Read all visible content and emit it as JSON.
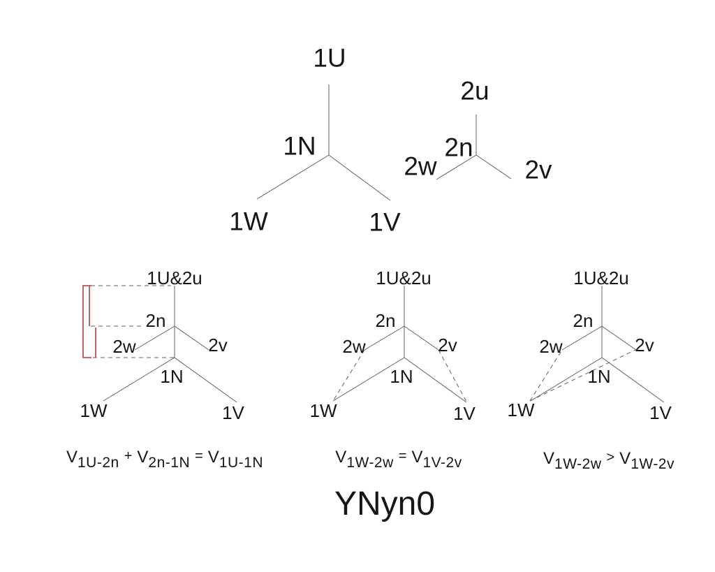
{
  "title": "YNyn0",
  "colors": {
    "line": "#5f5f5f",
    "text": "#161616",
    "red_bracket": "#b43c3c",
    "background": "#ffffff"
  },
  "top_row": {
    "primary_star": {
      "top": "1U",
      "neutral": "1N",
      "left": "1W",
      "right": "1V"
    },
    "secondary_star": {
      "top": "2u",
      "neutral": "2n",
      "left": "2w",
      "right": "2v"
    }
  },
  "combined_diagrams": [
    {
      "apex": "1U&2u",
      "secondary_neutral": "2n",
      "secondary_left": "2w",
      "secondary_right": "2v",
      "primary_neutral": "1N",
      "primary_left": "1W",
      "primary_right": "1V"
    },
    {
      "apex": "1U&2u",
      "secondary_neutral": "2n",
      "secondary_left": "2w",
      "secondary_right": "2v",
      "primary_neutral": "1N",
      "primary_left": "1W",
      "primary_right": "1V"
    },
    {
      "apex": "1U&2u",
      "secondary_neutral": "2n",
      "secondary_left": "2w",
      "secondary_right": "2v",
      "primary_neutral": "1N",
      "primary_left": "1W",
      "primary_right": "1V"
    }
  ],
  "formulas": [
    {
      "parts": [
        {
          "base": "V",
          "sub": "1U-2n"
        },
        {
          "op": "+"
        },
        {
          "base": "V",
          "sub": "2n-1N"
        },
        {
          "op": "="
        },
        {
          "base": "V",
          "sub": "1U-1N"
        }
      ]
    },
    {
      "parts": [
        {
          "base": "V",
          "sub": "1W-2w"
        },
        {
          "op": "="
        },
        {
          "base": "V",
          "sub": "1V-2v"
        }
      ]
    },
    {
      "parts": [
        {
          "base": "V",
          "sub": "1W-2w"
        },
        {
          "op": ">"
        },
        {
          "base": "V",
          "sub": "1W-2v"
        }
      ]
    }
  ]
}
